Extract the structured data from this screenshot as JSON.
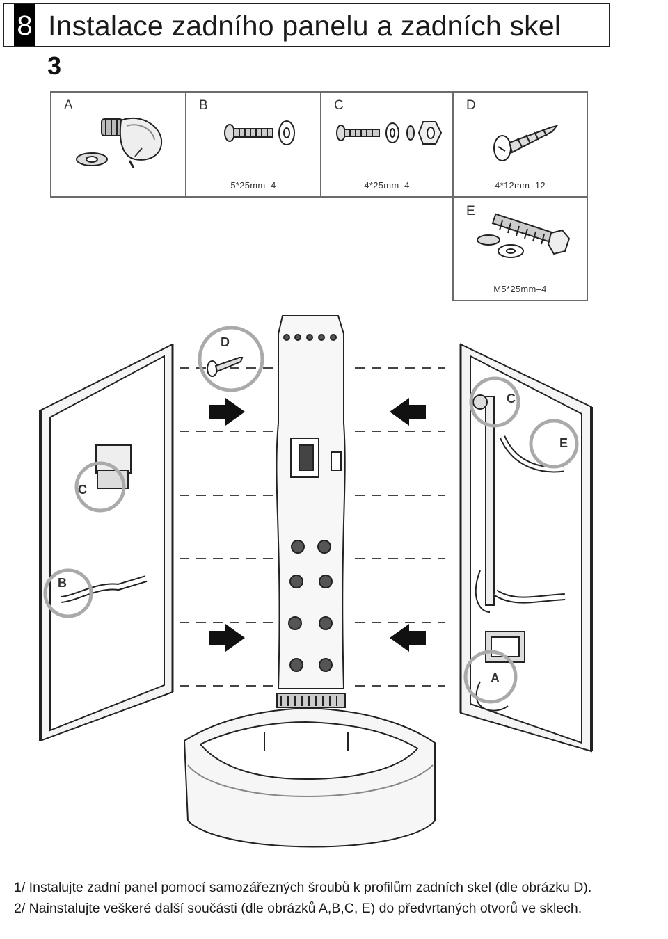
{
  "header": {
    "step_number": "8",
    "title": "Instalace zadního panelu a zadních skel",
    "substep": "3"
  },
  "parts": [
    {
      "letter": "A",
      "spec": ""
    },
    {
      "letter": "B",
      "spec": "5*25mm–4"
    },
    {
      "letter": "C",
      "spec": "4*25mm–4"
    },
    {
      "letter": "D",
      "spec": "4*12mm–12"
    },
    {
      "letter": "E",
      "spec": "M5*25mm–4"
    }
  ],
  "callouts": {
    "d": "D",
    "c_left": "C",
    "b": "B",
    "c_right": "C",
    "e": "E",
    "a": "A"
  },
  "instructions": {
    "line1": "1/ Instalujte zadní panel pomocí samozářezných šroubů k profilům zadních skel (dle obrázku D).",
    "line2": "2/ Nainstalujte veškeré další součásti (dle obrázků A,B,C, E) do předvrtaných otvorů ve sklech."
  }
}
